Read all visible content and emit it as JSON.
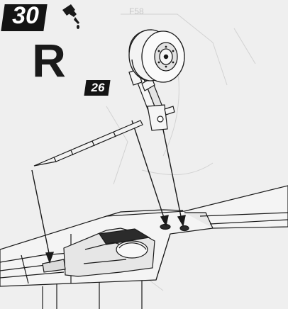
{
  "step": {
    "number": "30"
  },
  "side": {
    "letter": "R"
  },
  "part": {
    "number": "26"
  },
  "background_text": {
    "code": "F58"
  },
  "icons": {
    "glue": "glue-bottle-icon"
  },
  "colors": {
    "ink": "#1a1a1a",
    "paper": "#efefef",
    "ghost": "#c8c8c8"
  }
}
